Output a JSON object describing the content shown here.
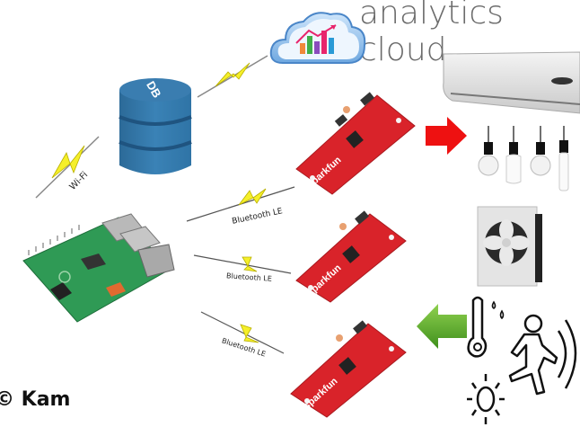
{
  "diagram": {
    "title": "analytics cloud",
    "copyright": "© Kam",
    "nodes": {
      "database": {
        "label": "DB"
      },
      "cloud": {
        "label": "analytics cloud",
        "chart_bar_colors": [
          "#f0883a",
          "#3fae49",
          "#8a4dbd",
          "#e8246c",
          "#2a9ad6"
        ]
      },
      "gateway": {
        "label": "Raspberry Pi"
      },
      "boards": [
        {
          "label": "sparkfun"
        },
        {
          "label": "sparkfun"
        },
        {
          "label": "sparkfun"
        }
      ],
      "actuators": [
        "air-conditioner",
        "light-bulbs",
        "exhaust-fan"
      ],
      "sensors": [
        "thermometer",
        "humidity",
        "light",
        "motion"
      ]
    },
    "links": {
      "wifi": "Wi-Fi",
      "ble": [
        "Bluetooth LE",
        "Bluetooth LE",
        "Bluetooth LE"
      ]
    },
    "arrows": {
      "output": {
        "direction": "right",
        "color": "#ee1111"
      },
      "input": {
        "direction": "left",
        "color": "#55aa22"
      }
    },
    "colors": {
      "db": "#2f6f9f",
      "bolt": "#f5ef2a",
      "board": "#d9232a",
      "pi": "#2f9a55"
    }
  }
}
